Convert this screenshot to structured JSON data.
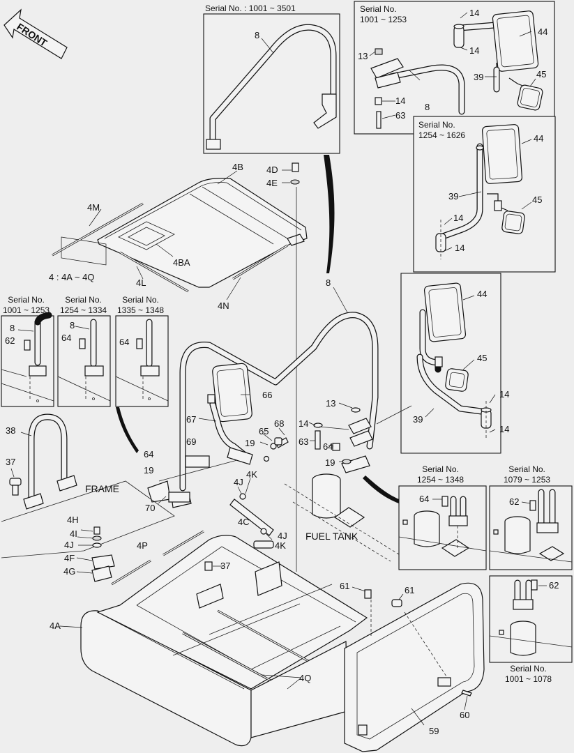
{
  "front_label": "FRONT",
  "serial_boxes": {
    "top_center": [
      "Serial No. : 1001 ~ 3501"
    ],
    "top_right_1": [
      "Serial No.",
      "1001 ~ 1253"
    ],
    "top_right_2": [
      "Serial No.",
      "1254 ~ 1626"
    ],
    "left_1": [
      "Serial No.",
      "1001 ~ 1253"
    ],
    "left_2": [
      "Serial No.",
      "1254 ~ 1334"
    ],
    "left_3": [
      "Serial No.",
      "1335 ~ 1348"
    ],
    "bottom_right_1": [
      "Serial No.",
      "1254 ~ 1348"
    ],
    "bottom_right_2": [
      "Serial No.",
      "1079 ~ 1253"
    ],
    "bottom_right_3": [
      "Serial No.",
      "1001 ~ 1078"
    ]
  },
  "text_labels": {
    "frame": "FRAME",
    "fuel_tank": "FUEL TANK",
    "set_note": "4 : 4A ~ 4Q"
  },
  "parts": [
    {
      "id": "p8a",
      "label": "8"
    },
    {
      "id": "p14a",
      "label": "14"
    },
    {
      "id": "p14b",
      "label": "14"
    },
    {
      "id": "p13a",
      "label": "13"
    },
    {
      "id": "p44a",
      "label": "44"
    },
    {
      "id": "p39a",
      "label": "39"
    },
    {
      "id": "p45a",
      "label": "45"
    },
    {
      "id": "p8b",
      "label": "8"
    },
    {
      "id": "p14c",
      "label": "14"
    },
    {
      "id": "p63a",
      "label": "63"
    },
    {
      "id": "p44b",
      "label": "44"
    },
    {
      "id": "p39b",
      "label": "39"
    },
    {
      "id": "p45b",
      "label": "45"
    },
    {
      "id": "p14d",
      "label": "14"
    },
    {
      "id": "p14e",
      "label": "14"
    },
    {
      "id": "p4B",
      "label": "4B"
    },
    {
      "id": "p4D",
      "label": "4D"
    },
    {
      "id": "p4E",
      "label": "4E"
    },
    {
      "id": "p4M",
      "label": "4M"
    },
    {
      "id": "p4BA",
      "label": "4BA"
    },
    {
      "id": "p4L",
      "label": "4L"
    },
    {
      "id": "p4N",
      "label": "4N"
    },
    {
      "id": "p8c",
      "label": "8"
    },
    {
      "id": "p44c",
      "label": "44"
    },
    {
      "id": "p45c",
      "label": "45"
    },
    {
      "id": "p14f",
      "label": "14"
    },
    {
      "id": "p39c",
      "label": "39"
    },
    {
      "id": "p14g",
      "label": "14"
    },
    {
      "id": "p8d",
      "label": "8"
    },
    {
      "id": "p62a",
      "label": "62"
    },
    {
      "id": "p8e",
      "label": "8"
    },
    {
      "id": "p64a",
      "label": "64"
    },
    {
      "id": "p64b",
      "label": "64"
    },
    {
      "id": "p66",
      "label": "66"
    },
    {
      "id": "p67",
      "label": "67"
    },
    {
      "id": "p68",
      "label": "68"
    },
    {
      "id": "p65",
      "label": "65"
    },
    {
      "id": "p19a",
      "label": "19"
    },
    {
      "id": "p69",
      "label": "69"
    },
    {
      "id": "p13b",
      "label": "13"
    },
    {
      "id": "p14h",
      "label": "14"
    },
    {
      "id": "p63b",
      "label": "63"
    },
    {
      "id": "p64c",
      "label": "64"
    },
    {
      "id": "p19b",
      "label": "19"
    },
    {
      "id": "p38",
      "label": "38"
    },
    {
      "id": "p37a",
      "label": "37"
    },
    {
      "id": "p64d",
      "label": "64"
    },
    {
      "id": "p19c",
      "label": "19"
    },
    {
      "id": "p70",
      "label": "70"
    },
    {
      "id": "p4J",
      "label": "4J"
    },
    {
      "id": "p4K",
      "label": "4K"
    },
    {
      "id": "p4C",
      "label": "4C"
    },
    {
      "id": "p4Jb",
      "label": "4J"
    },
    {
      "id": "p4Kb",
      "label": "4K"
    },
    {
      "id": "p4H",
      "label": "4H"
    },
    {
      "id": "p4I",
      "label": "4I"
    },
    {
      "id": "p4Jc",
      "label": "4J"
    },
    {
      "id": "p4F",
      "label": "4F"
    },
    {
      "id": "p4G",
      "label": "4G"
    },
    {
      "id": "p4P",
      "label": "4P"
    },
    {
      "id": "p37b",
      "label": "37"
    },
    {
      "id": "p64e",
      "label": "64"
    },
    {
      "id": "p62b",
      "label": "62"
    },
    {
      "id": "p61a",
      "label": "61"
    },
    {
      "id": "p61b",
      "label": "61"
    },
    {
      "id": "p62c",
      "label": "62"
    },
    {
      "id": "p4A",
      "label": "4A"
    },
    {
      "id": "p4Q",
      "label": "4Q"
    },
    {
      "id": "p60",
      "label": "60"
    },
    {
      "id": "p59",
      "label": "59"
    }
  ]
}
